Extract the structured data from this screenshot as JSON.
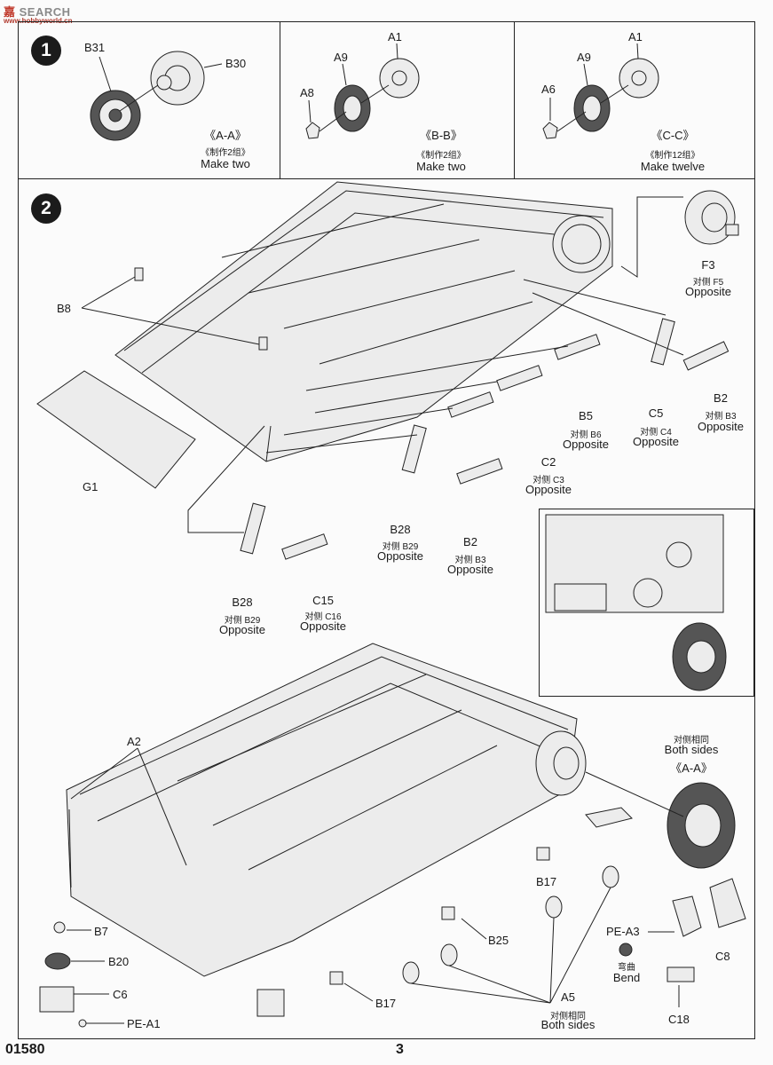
{
  "watermark": {
    "text_a": "嘉",
    "text_b": "SEARCH",
    "sub": "www.hobbyworld.cn"
  },
  "footer": {
    "code": "01580",
    "page": "3"
  },
  "steps": [
    {
      "number": "1"
    },
    {
      "number": "2"
    }
  ],
  "panel_aa": {
    "labels": [
      "B31",
      "B30"
    ],
    "section": "《A-A》",
    "note_cn": "《制作2组》",
    "note_en": "Make two"
  },
  "panel_bb": {
    "labels": [
      "A1",
      "A9",
      "A8"
    ],
    "section": "《B-B》",
    "note_cn": "《制作2组》",
    "note_en": "Make two"
  },
  "panel_cc": {
    "labels": [
      "A1",
      "A9",
      "A6"
    ],
    "section": "《C-C》",
    "note_cn": "《制作12组》",
    "note_en": "Make twelve"
  },
  "step2": {
    "b8": "B8",
    "g1": "G1",
    "f3": {
      "part": "F3",
      "cn": "对侧 F5",
      "en": "Opposite"
    },
    "b2_right": {
      "part": "B2",
      "cn": "对侧 B3",
      "en": "Opposite"
    },
    "c5": {
      "part": "C5",
      "cn": "对侧 C4",
      "en": "Opposite"
    },
    "b5": {
      "part": "B5",
      "cn": "对侧 B6",
      "en": "Opposite"
    },
    "c2": {
      "part": "C2",
      "cn": "对侧 C3",
      "en": "Opposite"
    },
    "b28_mid": {
      "part": "B28",
      "cn": "对侧 B29",
      "en": "Opposite"
    },
    "b2_mid": {
      "part": "B2",
      "cn": "对侧 B3",
      "en": "Opposite"
    },
    "b28_low": {
      "part": "B28",
      "cn": "对侧 B29",
      "en": "Opposite"
    },
    "c15": {
      "part": "C15",
      "cn": "对侧 C16",
      "en": "Opposite"
    },
    "both_sides_top": {
      "cn": "对侧相同",
      "en": "Both sides",
      "section": "《A-A》"
    },
    "a2": "A2",
    "b7": "B7",
    "b20": "B20",
    "c6": "C6",
    "pe_a1": "PE-A1",
    "b17_top": "B17",
    "b25": "B25",
    "b17_bottom": "B17",
    "pe_a3": "PE-A3",
    "c8": "C8",
    "bend": {
      "cn": "弯曲",
      "en": "Bend"
    },
    "c18": "C18",
    "a5": {
      "part": "A5",
      "cn": "对侧相同",
      "en": "Both sides"
    }
  }
}
